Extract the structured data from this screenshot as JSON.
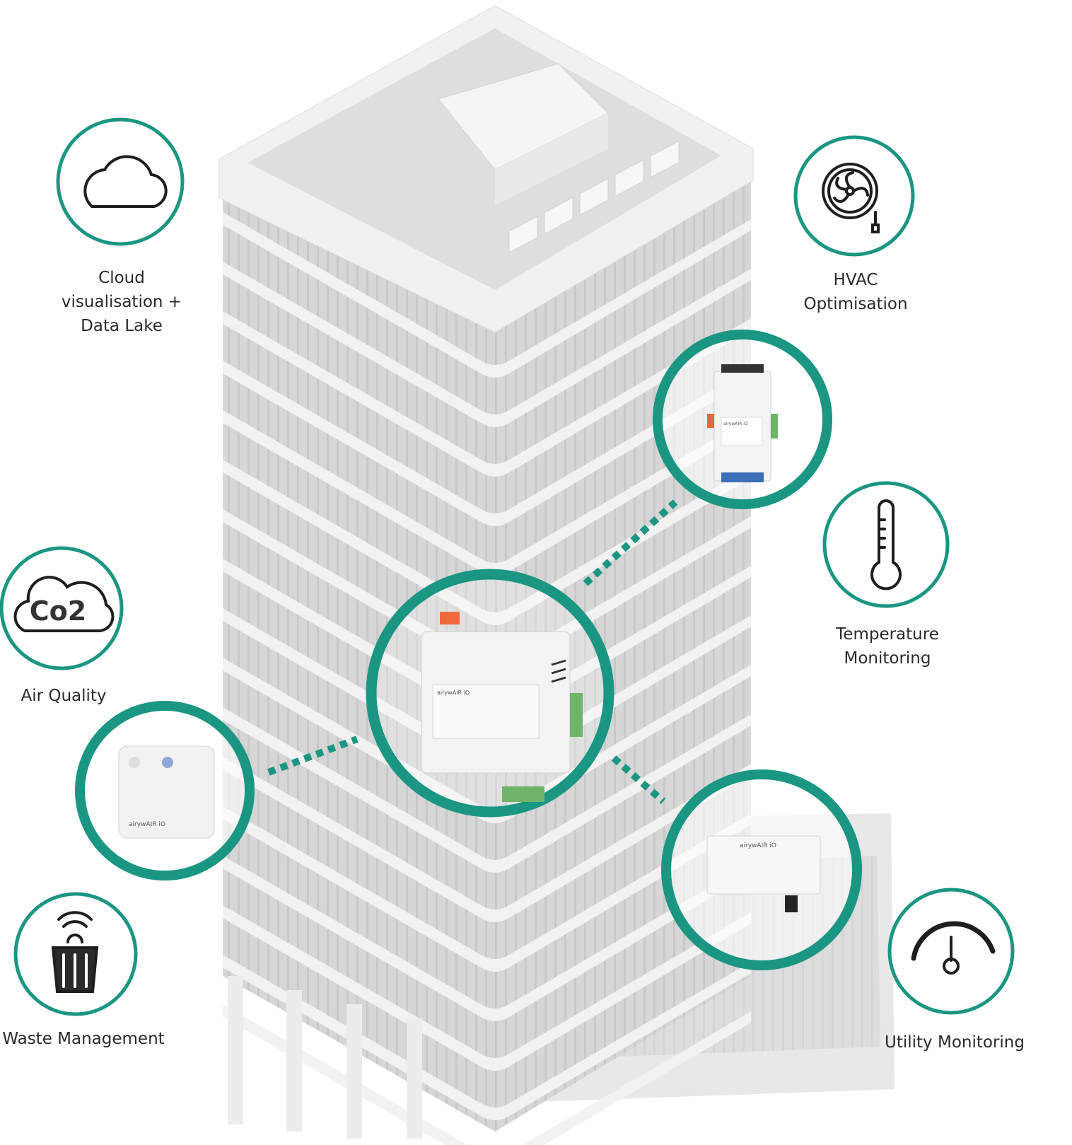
{
  "colors": {
    "accent": "#1a9682",
    "building": "#e4e4e4",
    "icon_stroke": "#1e1e1e"
  },
  "features": [
    {
      "id": "cloud",
      "icon": "cloud-icon",
      "lines": [
        "Cloud",
        "visualisation +",
        "Data Lake"
      ]
    },
    {
      "id": "hvac",
      "icon": "fan-icon",
      "lines": [
        "HVAC",
        "Optimisation"
      ]
    },
    {
      "id": "temperature",
      "icon": "thermometer-icon",
      "lines": [
        "Temperature",
        "Monitoring"
      ]
    },
    {
      "id": "air-quality",
      "icon": "co2-cloud-icon",
      "icon_text": "Co2",
      "lines": [
        "Air Quality"
      ]
    },
    {
      "id": "waste",
      "icon": "smart-bin-icon",
      "lines": [
        "Waste Management"
      ]
    },
    {
      "id": "utility",
      "icon": "gauge-icon",
      "lines": [
        "Utility Monitoring"
      ]
    }
  ],
  "devices": {
    "brand": "airywAIR iO",
    "items": [
      "central-gateway",
      "io-module",
      "room-sensor",
      "enclosure-sensor"
    ]
  }
}
